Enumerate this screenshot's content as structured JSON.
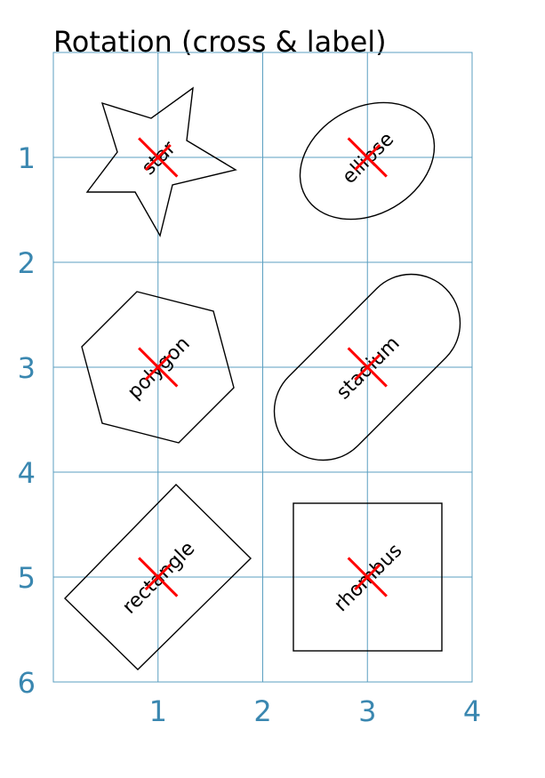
{
  "title": "Rotation (cross & label)",
  "colors": {
    "grid": "#5b9fc0",
    "tick": "#3a87b0",
    "cross": "#ff0000",
    "shape": "#000000"
  },
  "chart_data": {
    "type": "diagram",
    "title": "Rotation (cross & label)",
    "xlabel": "",
    "ylabel": "",
    "xlim": [
      0,
      4
    ],
    "ylim": [
      6,
      0
    ],
    "y_inverted": true,
    "x_ticks": [
      "1",
      "2",
      "3",
      "4"
    ],
    "y_ticks": [
      "1",
      "2",
      "3",
      "4",
      "5",
      "6"
    ],
    "grid": true,
    "shapes": [
      {
        "name": "star",
        "label": "star",
        "center": [
          1,
          1
        ],
        "rotation_deg": -45
      },
      {
        "name": "ellipse",
        "label": "ellipse",
        "center": [
          3,
          1
        ],
        "rotation_deg": -45
      },
      {
        "name": "polygon",
        "label": "polygon",
        "center": [
          1,
          3
        ],
        "rotation_deg": -45
      },
      {
        "name": "stadium",
        "label": "stadium",
        "center": [
          3,
          3
        ],
        "rotation_deg": -45
      },
      {
        "name": "rectangle",
        "label": "rectangle",
        "center": [
          1,
          5
        ],
        "rotation_deg": -45
      },
      {
        "name": "rhombus",
        "label": "rhombus",
        "center": [
          3,
          5
        ],
        "rotation_deg": -45
      }
    ]
  }
}
